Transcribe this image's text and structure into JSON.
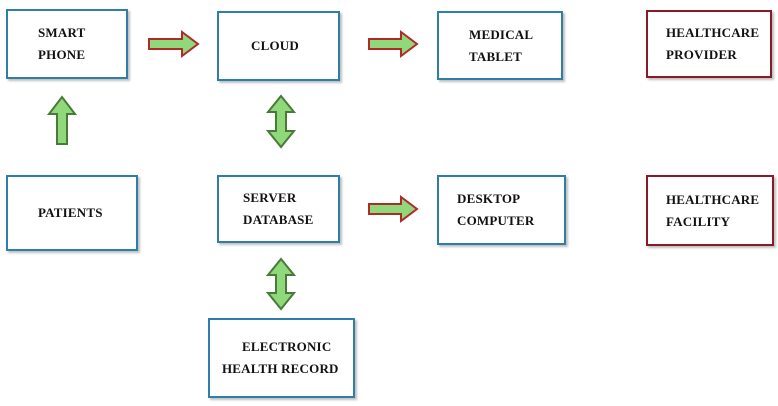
{
  "diagram": {
    "nodes": {
      "smart_phone": {
        "line1": "SMART",
        "line2": "PHONE"
      },
      "cloud": {
        "line1": "CLOUD"
      },
      "medical_tablet": {
        "line1": "MEDICAL",
        "line2": "TABLET"
      },
      "healthcare_provider": {
        "line1": "HEALTHCARE",
        "line2": "PROVIDER"
      },
      "patients": {
        "line1": "PATIENTS"
      },
      "server_database": {
        "line1": "SERVER",
        "line2": "DATABASE"
      },
      "desktop_computer": {
        "line1": "DESKTOP",
        "line2": "COMPUTER"
      },
      "healthcare_facility": {
        "line1": "HEALTHCARE",
        "line2": "FACILITY"
      },
      "electronic_health_record": {
        "line1": "ELECTRONIC",
        "line2": "HEALTH RECORD"
      }
    },
    "edges": [
      {
        "from": "patients",
        "to": "smart_phone",
        "direction": "one-way"
      },
      {
        "from": "smart_phone",
        "to": "cloud",
        "direction": "one-way"
      },
      {
        "from": "cloud",
        "to": "medical_tablet",
        "direction": "one-way"
      },
      {
        "from": "cloud",
        "to": "server_database",
        "direction": "two-way"
      },
      {
        "from": "server_database",
        "to": "desktop_computer",
        "direction": "one-way"
      },
      {
        "from": "server_database",
        "to": "electronic_health_record",
        "direction": "two-way"
      }
    ],
    "colors": {
      "box_border_blue": "#2e7ea8",
      "box_border_red": "#8a1a26",
      "arrow_fill": "#8fd97a",
      "arrow_stroke_horizontal": "#b02a2a",
      "arrow_stroke_vertical": "#4a7a3a"
    }
  }
}
